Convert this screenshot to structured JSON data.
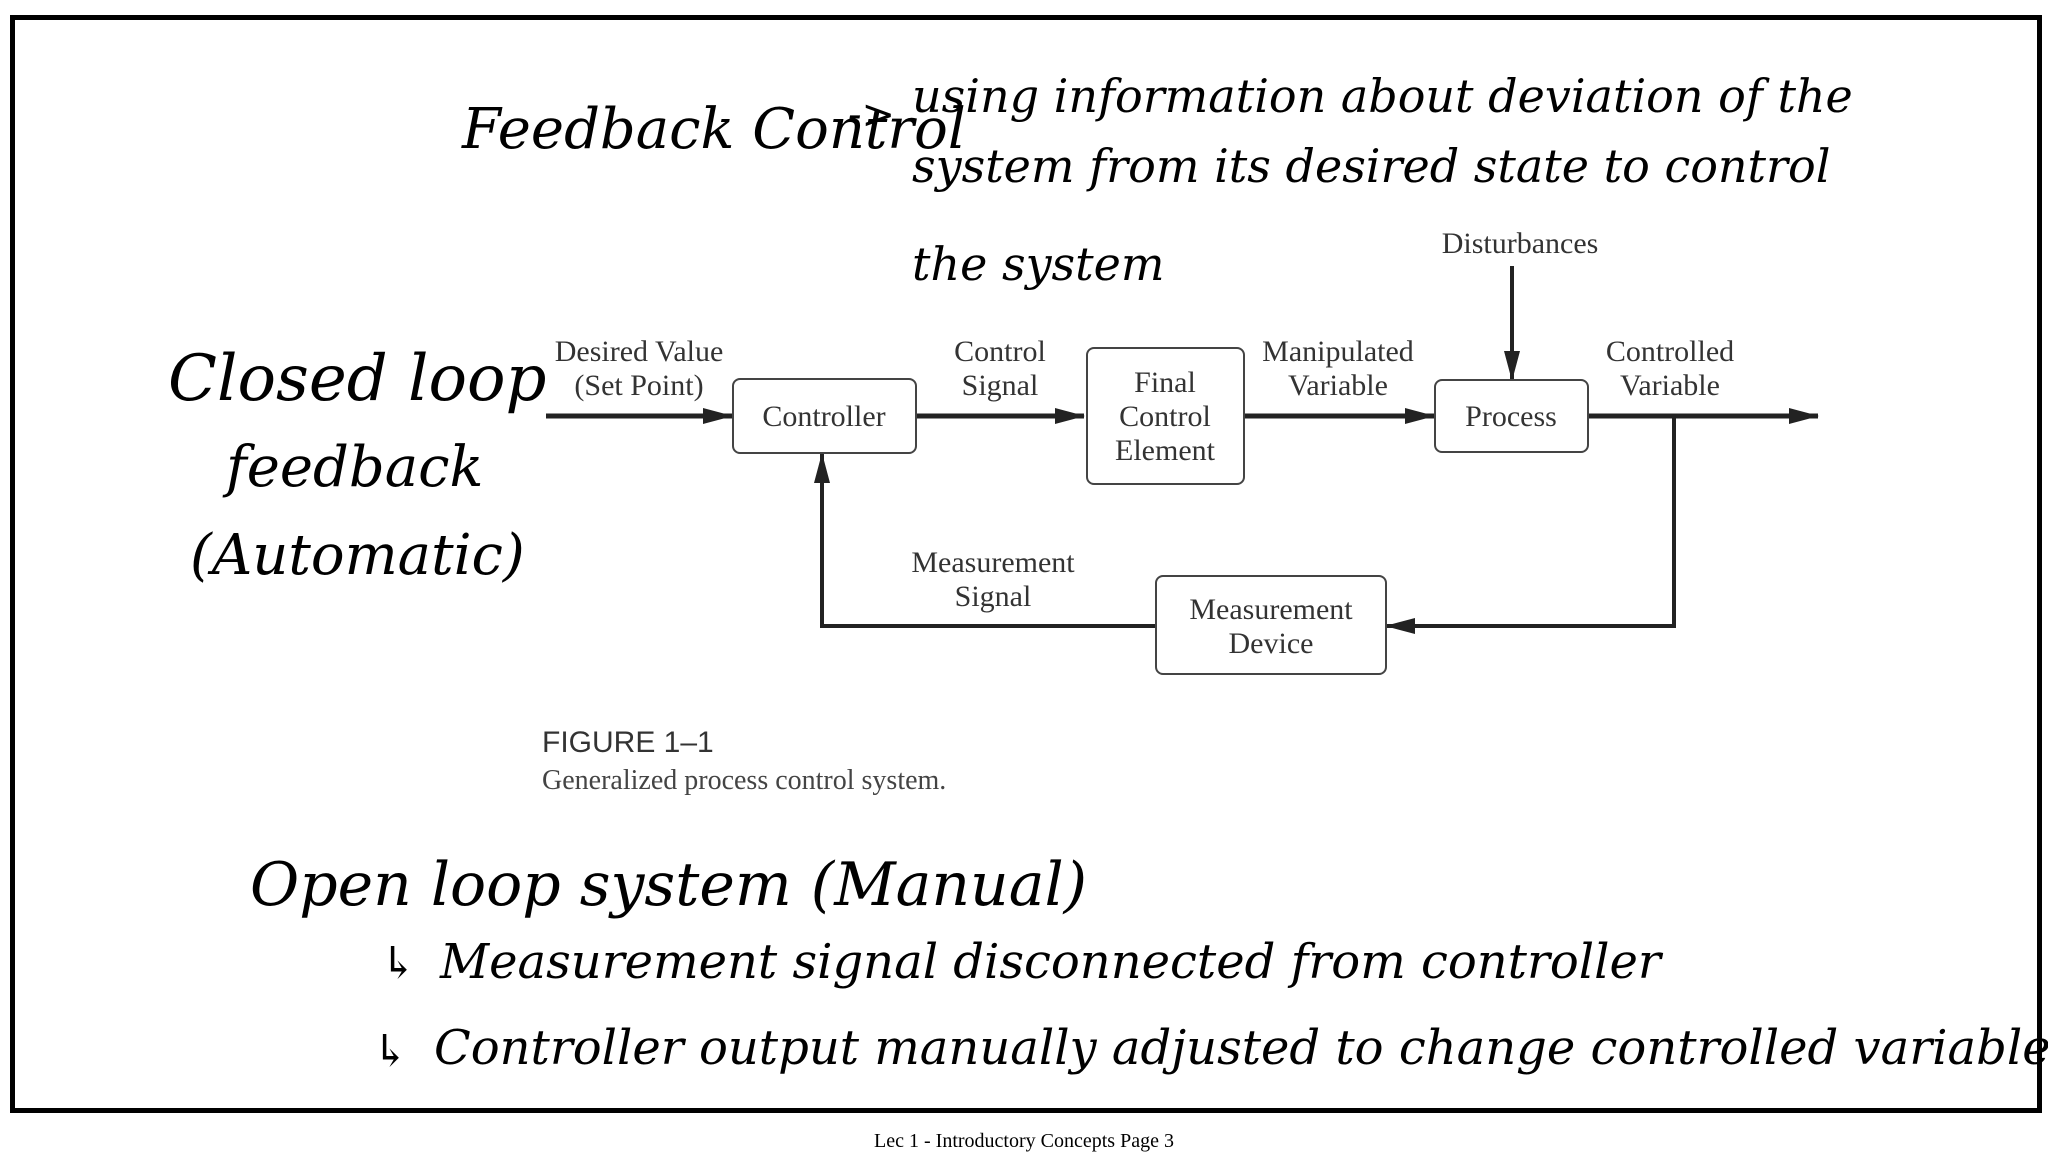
{
  "handwritten": {
    "feedback_title": "Feedback Control",
    "feedback_arrow": "->",
    "definition_line1": "using information about deviation of the",
    "definition_line2": "system from its desired state to control",
    "definition_line3": "the system",
    "closed_loop_line1": "Closed loop",
    "closed_loop_line2": "feedback",
    "closed_loop_line3": "(Automatic)",
    "open_loop_title": "Open loop system (Manual)",
    "open_loop_point1": "Measurement signal disconnected from controller",
    "open_loop_point2": "Controller output manually adjusted to change controlled variable",
    "bullet_glyph": "↳"
  },
  "diagram": {
    "desired_value_line1": "Desired Value",
    "desired_value_line2": "(Set Point)",
    "controller": "Controller",
    "control_signal_line1": "Control",
    "control_signal_line2": "Signal",
    "final_control_line1": "Final",
    "final_control_line2": "Control",
    "final_control_line3": "Element",
    "manipulated_line1": "Manipulated",
    "manipulated_line2": "Variable",
    "disturbances": "Disturbances",
    "process": "Process",
    "controlled_line1": "Controlled",
    "controlled_line2": "Variable",
    "measurement_signal_line1": "Measurement",
    "measurement_signal_line2": "Signal",
    "measurement_device_line1": "Measurement",
    "measurement_device_line2": "Device"
  },
  "figure": {
    "title": "FIGURE 1–1",
    "caption": "Generalized process control system."
  },
  "footer": "Lec 1 - Introductory Concepts Page 3"
}
